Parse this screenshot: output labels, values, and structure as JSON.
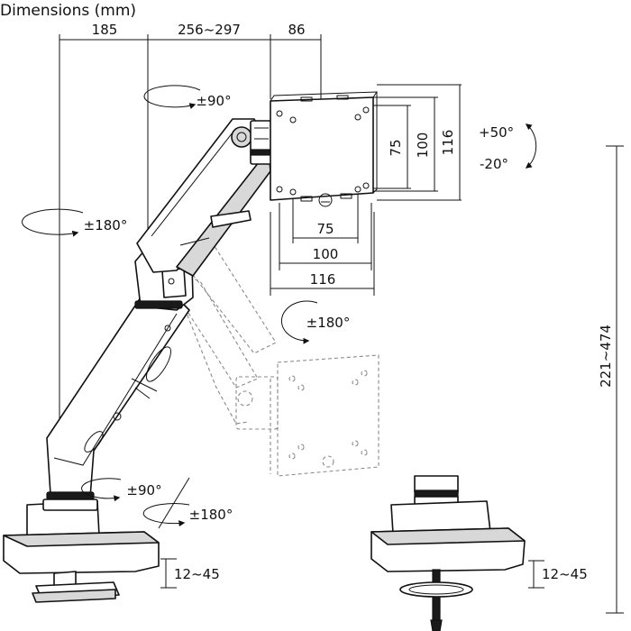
{
  "header": {
    "title": "Dimensions (mm)"
  },
  "dims": {
    "top_a": "185",
    "top_b": "256~297",
    "top_c": "86",
    "vesa_h_75": "75",
    "vesa_h_100": "100",
    "vesa_h_116": "116",
    "vesa_v_75": "75",
    "vesa_v_100": "100",
    "vesa_v_116": "116",
    "height_range": "221~474",
    "clamp_left": "12~45",
    "clamp_right": "12~45"
  },
  "rotations": {
    "top_swivel": "±90°",
    "arm_swivel": "±180°",
    "tilt_up": "+50°",
    "tilt_down": "-20°",
    "screen_rotate": "±180°",
    "base_swivel_a": "±90°",
    "base_swivel_b": "±180°"
  }
}
